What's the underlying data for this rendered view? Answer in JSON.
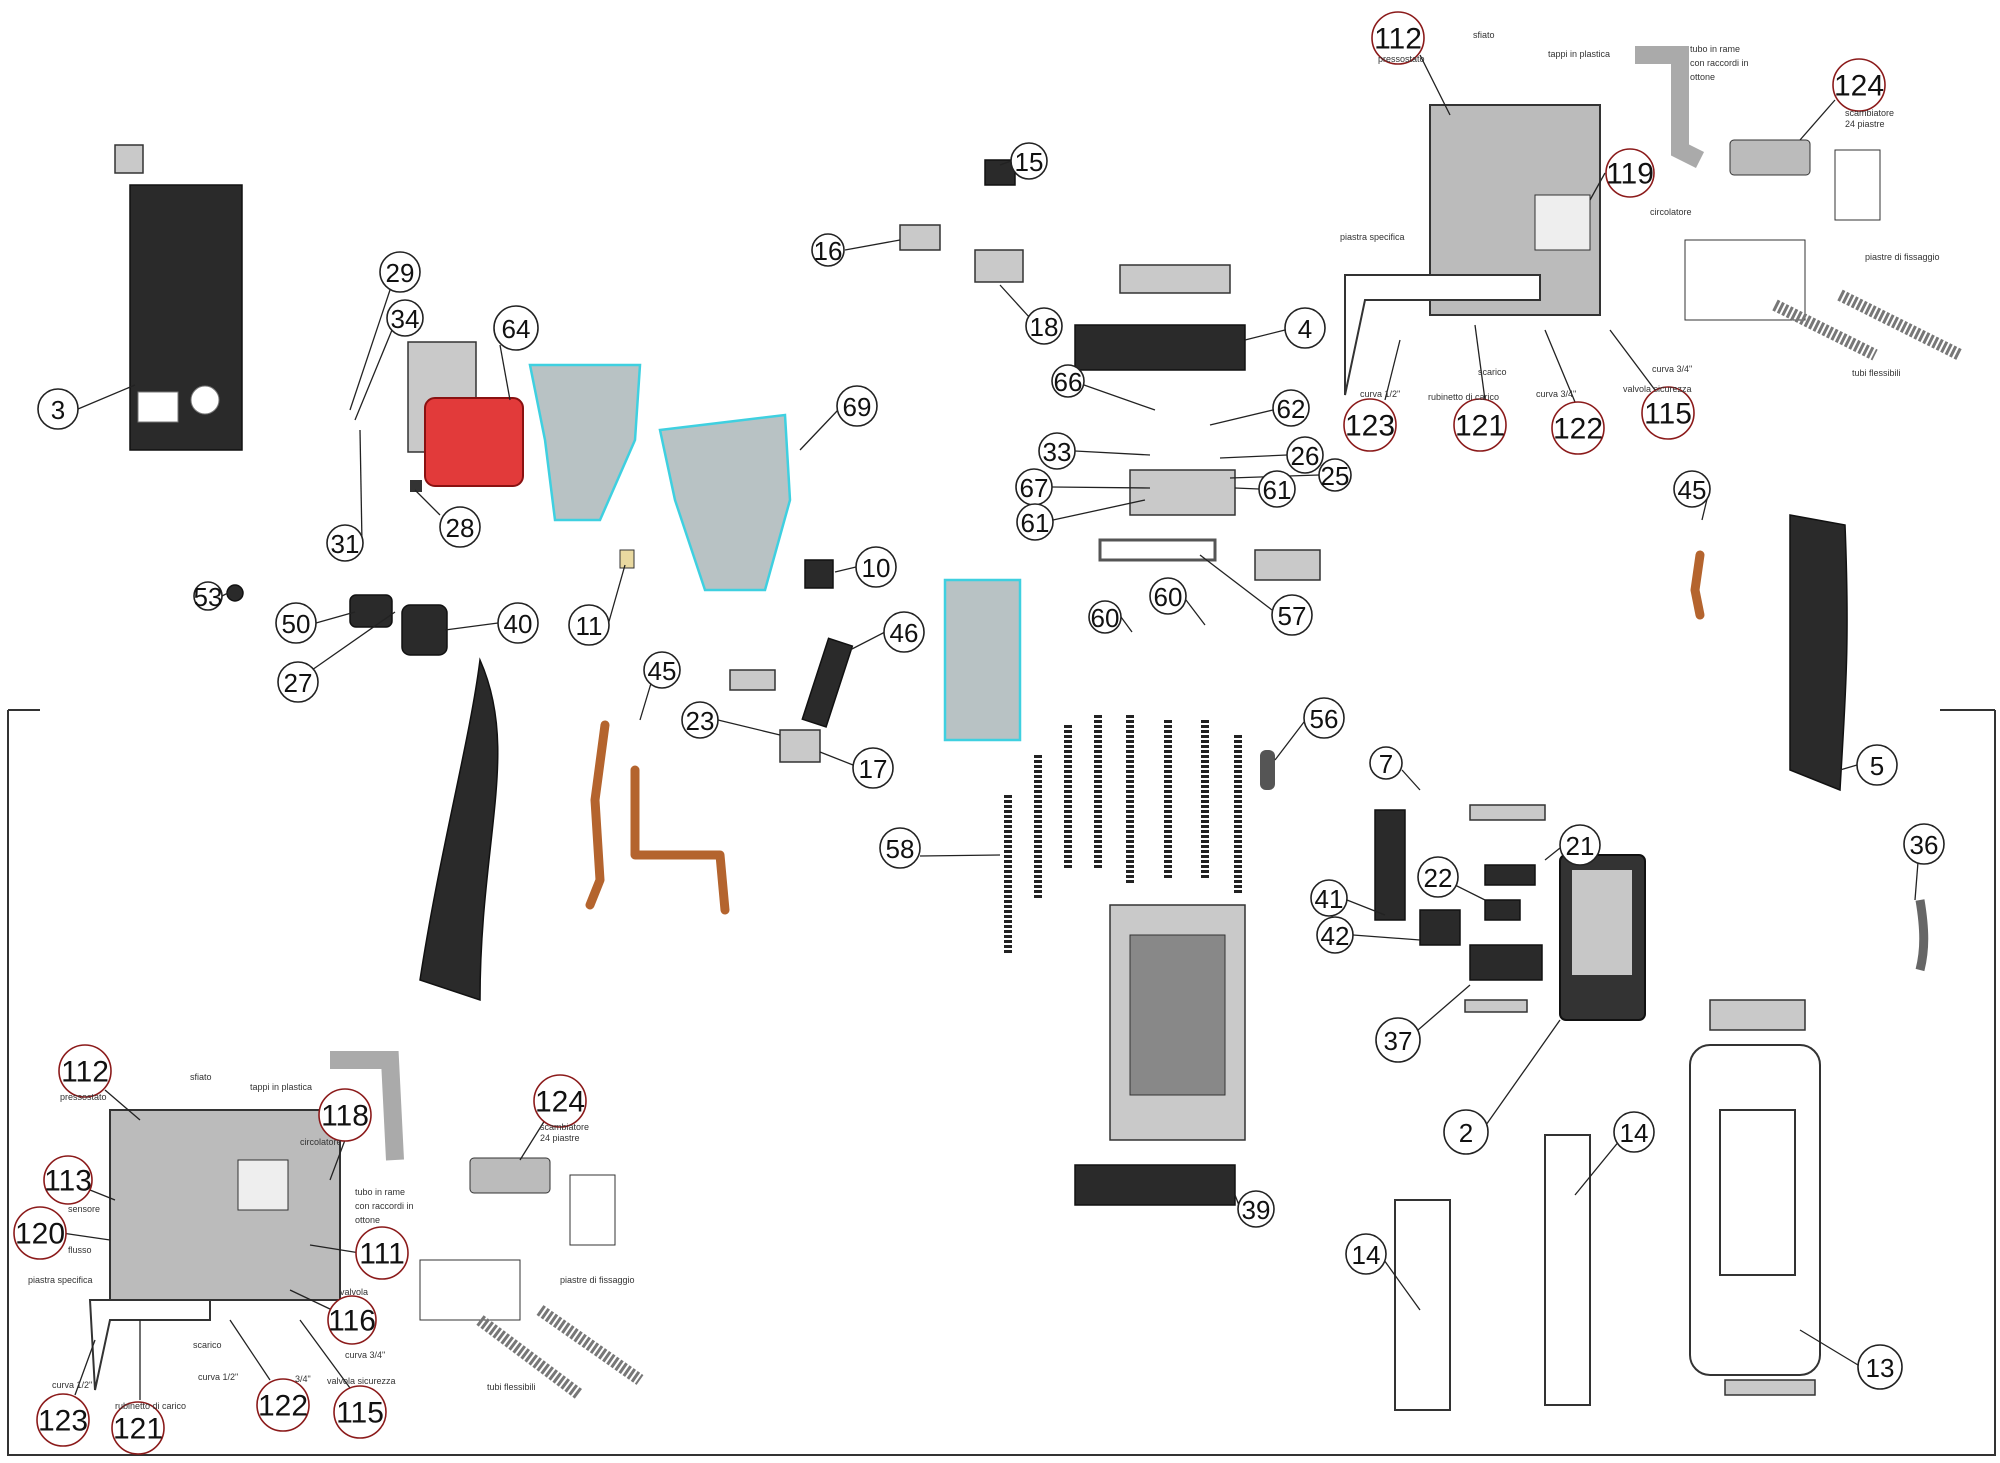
{
  "callouts": [
    {
      "n": "3"
    },
    {
      "n": "29"
    },
    {
      "n": "34"
    },
    {
      "n": "64"
    },
    {
      "n": "31"
    },
    {
      "n": "28"
    },
    {
      "n": "53"
    },
    {
      "n": "50"
    },
    {
      "n": "27"
    },
    {
      "n": "40"
    },
    {
      "n": "11"
    },
    {
      "n": "69"
    },
    {
      "n": "10"
    },
    {
      "n": "16"
    },
    {
      "n": "15"
    },
    {
      "n": "18"
    },
    {
      "n": "4"
    },
    {
      "n": "66"
    },
    {
      "n": "62"
    },
    {
      "n": "33"
    },
    {
      "n": "26"
    },
    {
      "n": "25"
    },
    {
      "n": "67"
    },
    {
      "n": "61"
    },
    {
      "n": "61"
    },
    {
      "n": "57"
    },
    {
      "n": "60"
    },
    {
      "n": "60"
    },
    {
      "n": "45"
    },
    {
      "n": "46"
    },
    {
      "n": "23"
    },
    {
      "n": "17"
    },
    {
      "n": "56"
    },
    {
      "n": "58"
    },
    {
      "n": "7"
    },
    {
      "n": "21"
    },
    {
      "n": "22"
    },
    {
      "n": "41"
    },
    {
      "n": "42"
    },
    {
      "n": "37"
    },
    {
      "n": "2"
    },
    {
      "n": "39"
    },
    {
      "n": "14"
    },
    {
      "n": "14"
    },
    {
      "n": "13"
    },
    {
      "n": "5"
    },
    {
      "n": "45"
    },
    {
      "n": "36"
    }
  ],
  "kit_top": {
    "callouts": [
      {
        "n": "112"
      },
      {
        "n": "124"
      },
      {
        "n": "119"
      },
      {
        "n": "123"
      },
      {
        "n": "121"
      },
      {
        "n": "122"
      },
      {
        "n": "115"
      }
    ],
    "notes": {
      "pressostato": "pressostato",
      "sfiato": "sfiato",
      "tappi": "tappi in plastica",
      "tubo_1": "tubo in rame",
      "tubo_2": "con raccordi in",
      "tubo_3": "ottone",
      "scambiatore_1": "scambiatore",
      "scambiatore_2": "24 piastre",
      "circolatore": "circolatore",
      "piastra": "piastra specifica",
      "piastre_fissaggio": "piastre di fissaggio",
      "curva_half": "curva 1/2\"",
      "rubinetto": "rubinetto di carico",
      "scarico": "scarico",
      "curva_34a": "curva 3/4\"",
      "curva_34b": "curva 3/4\"",
      "valvola": "valvola sicurezza",
      "tubi": "tubi flessibili"
    }
  },
  "kit_bottom": {
    "callouts": [
      {
        "n": "112"
      },
      {
        "n": "118"
      },
      {
        "n": "113"
      },
      {
        "n": "120"
      },
      {
        "n": "111"
      },
      {
        "n": "116"
      },
      {
        "n": "124"
      },
      {
        "n": "123"
      },
      {
        "n": "121"
      },
      {
        "n": "122"
      },
      {
        "n": "115"
      }
    ],
    "notes": {
      "pressostato": "pressostato",
      "sfiato": "sfiato",
      "tappi": "tappi in plastica",
      "circolatore": "circolatore",
      "tubo_1": "tubo in rame",
      "tubo_2": "con raccordi in",
      "tubo_3": "ottone",
      "sensore": "sensore",
      "flusso": "flusso",
      "piastra": "piastra specifica",
      "valvola_short": "valvola",
      "scambiatore_1": "scambiatore",
      "scambiatore_2": "24 piastre",
      "piastre_fissaggio": "piastre di fissaggio",
      "scarico": "scarico",
      "curva_half_a": "curva 1/2\"",
      "curva_half_b": "curva 1/2\"",
      "curva_34a": "curva 3/4\"",
      "curva_34b": "3/4\"",
      "rubinetto": "rubinetto di carico",
      "valvola": "valvola sicurezza",
      "tubi": "tubi flessibili"
    }
  },
  "colors": {
    "highlight_red": "#e23a3a",
    "highlight_cyan": "#3fd0e0",
    "copper": "#b4642e",
    "callout_red": "#8b1a1a"
  }
}
